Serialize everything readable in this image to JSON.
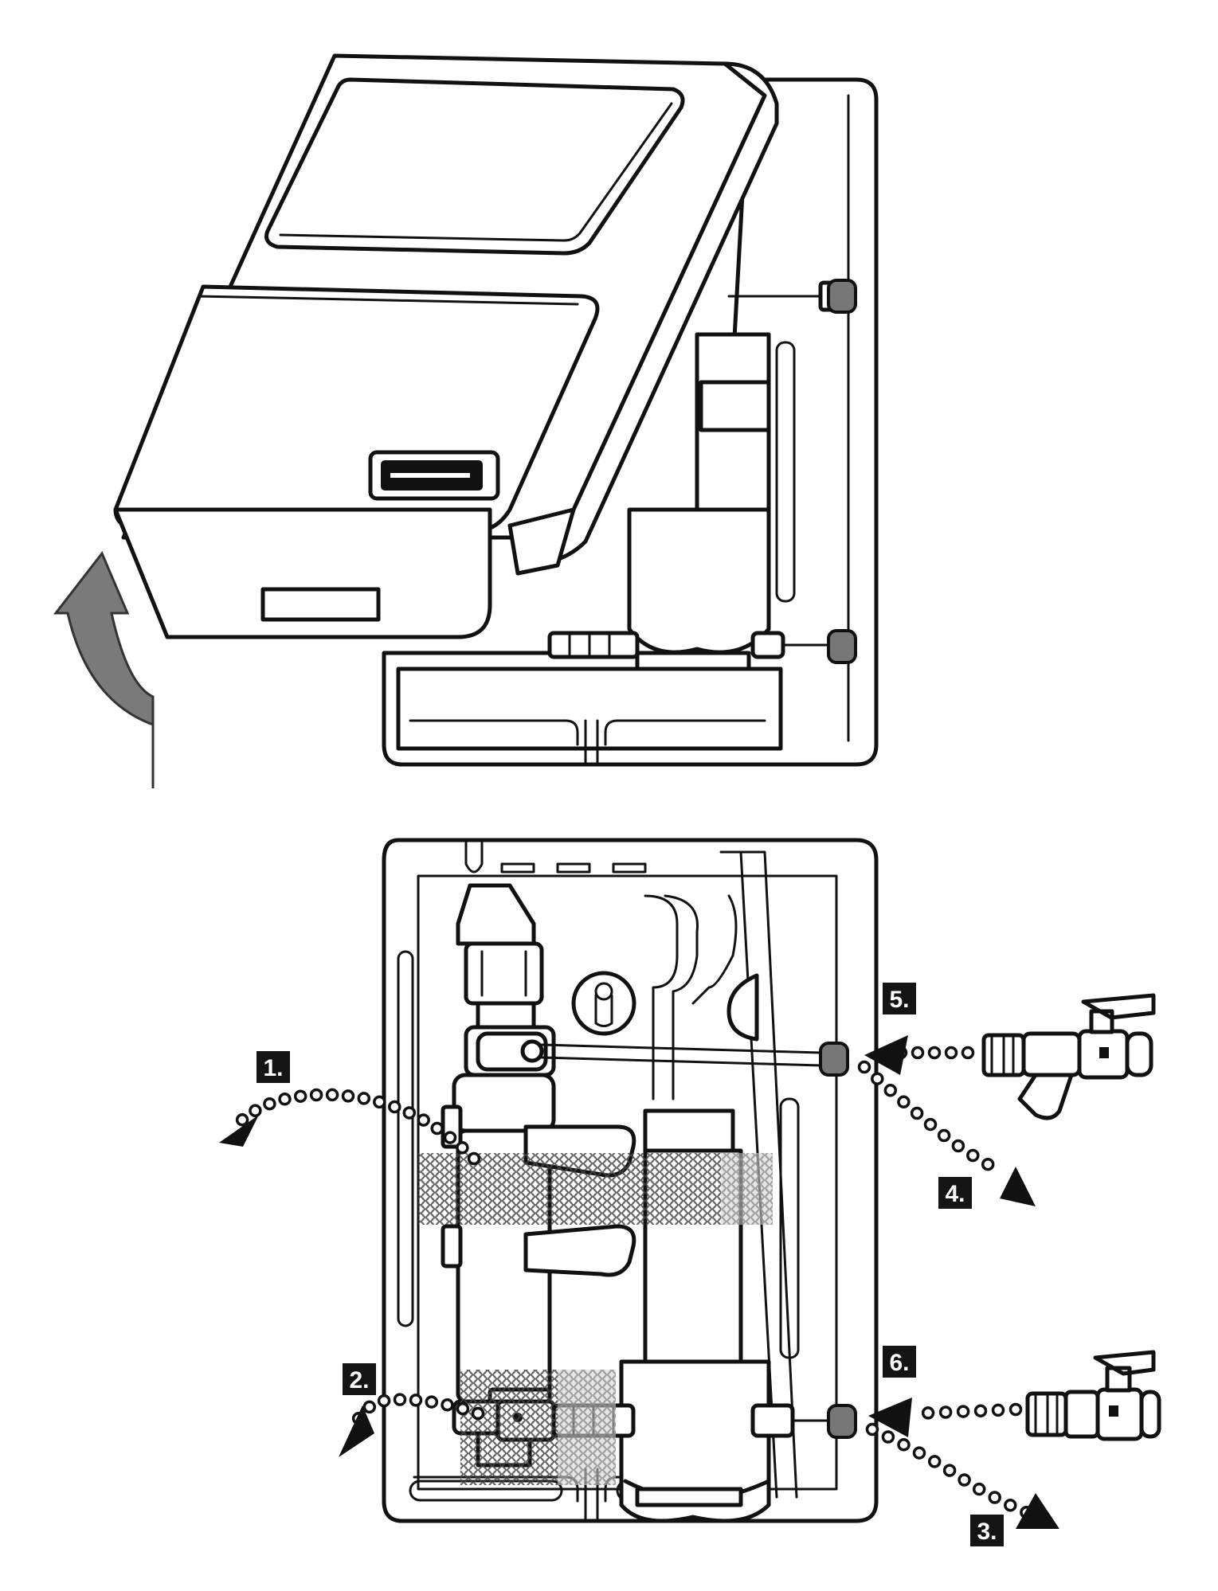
{
  "steps": [
    {
      "id": "1",
      "label": "1."
    },
    {
      "id": "2",
      "label": "2."
    },
    {
      "id": "3",
      "label": "3."
    },
    {
      "id": "4",
      "label": "4."
    },
    {
      "id": "5",
      "label": "5."
    },
    {
      "id": "6",
      "label": "6."
    }
  ],
  "colors": {
    "line": "#111111",
    "arrow_open": "#6f6f6f",
    "highlight": "#c8c8c8",
    "label_bg": "#141414",
    "label_text": "#ffffff"
  }
}
